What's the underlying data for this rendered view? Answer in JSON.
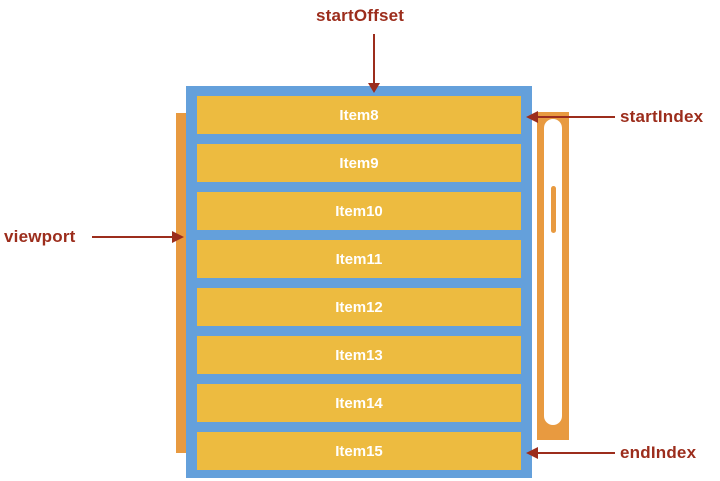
{
  "diagram": {
    "title": "Virtual list viewport diagram",
    "colors": {
      "viewport_blue": "#64a0db",
      "item_yellow": "#edbb40",
      "content_orange": "#e89a40",
      "annotation_red": "#9c2d1c",
      "item_text": "#ffffff",
      "scrollbar_track": "#ffffff",
      "background": "#ffffff"
    }
  },
  "annotations": [
    {
      "key": "startOffset",
      "label": "startOffset",
      "arrow": "down",
      "target": "viewport-top-edge"
    },
    {
      "key": "startIndex",
      "label": "startIndex",
      "arrow": "left",
      "target": "item-8"
    },
    {
      "key": "endIndex",
      "label": "endIndex",
      "arrow": "left",
      "target": "item-15"
    },
    {
      "key": "viewport",
      "label": "viewport",
      "arrow": "right",
      "target": "viewport-box"
    }
  ],
  "viewport": {
    "name": "viewport",
    "items": [
      {
        "label": "Item8"
      },
      {
        "label": "Item9"
      },
      {
        "label": "Item10"
      },
      {
        "label": "Item11"
      },
      {
        "label": "Item12"
      },
      {
        "label": "Item13"
      },
      {
        "label": "Item14"
      },
      {
        "label": "Item15"
      }
    ]
  },
  "scrollbar": {
    "name": "vertical-scrollbar",
    "thumb_position": "near-top"
  }
}
